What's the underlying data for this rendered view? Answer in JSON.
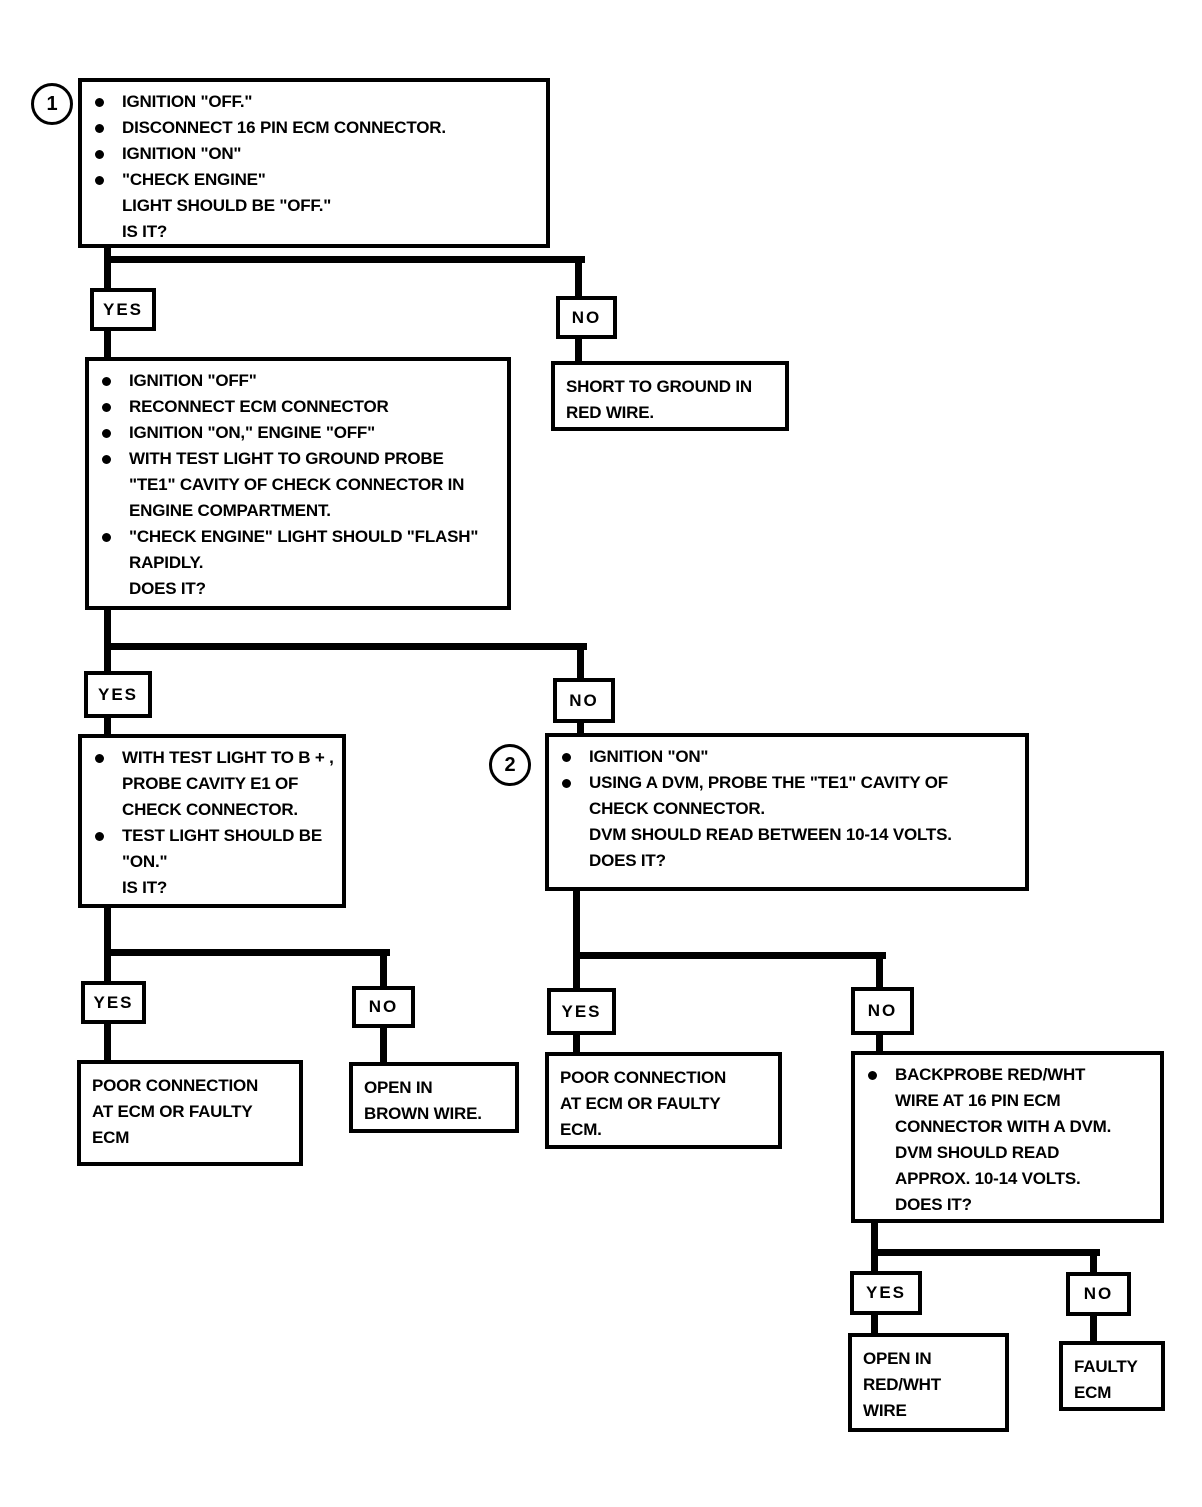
{
  "colors": {
    "ink": "#000000",
    "paper": "#ffffff"
  },
  "labels": {
    "yes": "YES",
    "no": "NO"
  },
  "markers": {
    "step1": "1",
    "step2": "2"
  },
  "boxes": {
    "step1": {
      "items": [
        "IGNITION \"OFF.\"",
        "DISCONNECT 16 PIN ECM CONNECTOR.",
        "IGNITION \"ON\"",
        "\"CHECK ENGINE\"\nLIGHT SHOULD BE \"OFF.\"\nIS IT?"
      ]
    },
    "step1_yes": {
      "items": [
        "IGNITION \"OFF\"",
        "RECONNECT ECM CONNECTOR",
        "IGNITION \"ON,\" ENGINE \"OFF\"",
        "WITH TEST LIGHT TO GROUND PROBE\n\"TE1\" CAVITY OF CHECK CONNECTOR IN\nENGINE COMPARTMENT.",
        "\"CHECK ENGINE\" LIGHT SHOULD \"FLASH\"\nRAPIDLY.\nDOES IT?"
      ]
    },
    "step1_no": "SHORT TO GROUND IN\nRED WIRE.",
    "test_light": {
      "items": [
        "WITH TEST LIGHT TO B + ,\nPROBE CAVITY E1 OF\nCHECK CONNECTOR.",
        "TEST LIGHT SHOULD BE\n\"ON.\"\nIS IT?"
      ]
    },
    "step2": {
      "items": [
        "IGNITION \"ON\"",
        "USING A DVM, PROBE THE \"TE1\" CAVITY OF\nCHECK CONNECTOR.\nDVM SHOULD READ BETWEEN 10-14 VOLTS.\nDOES IT?"
      ]
    },
    "test_light_yes": "POOR CONNECTION\nAT ECM OR FAULTY\nECM",
    "test_light_no": "OPEN IN\nBROWN WIRE.",
    "step2_yes": "POOR CONNECTION\nAT ECM OR FAULTY\nECM.",
    "step2_no": {
      "items": [
        "BACKPROBE RED/WHT\nWIRE AT 16 PIN ECM\nCONNECTOR WITH A DVM.\nDVM SHOULD READ\nAPPROX. 10-14 VOLTS.\nDOES IT?"
      ]
    },
    "backprobe_yes": "OPEN IN\nRED/WHT\nWIRE",
    "backprobe_no": "FAULTY\nECM"
  }
}
